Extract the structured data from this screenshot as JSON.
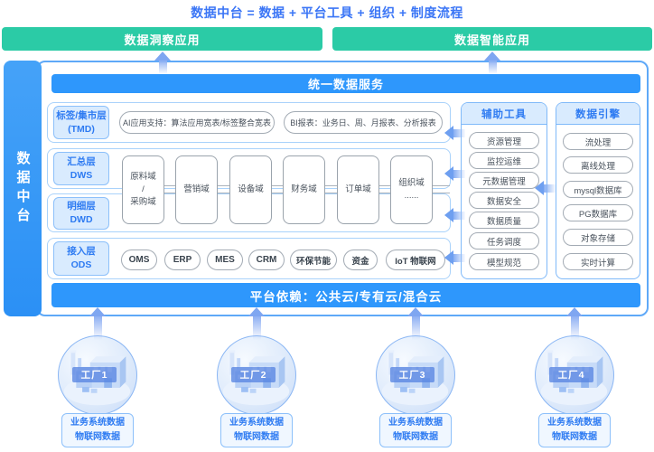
{
  "title": "数据中台 = 数据 + 平台工具 + 组织 + 制度流程",
  "banners": {
    "left": "数据洞察应用",
    "right": "数据智能应用"
  },
  "sidebar": {
    "label": "数据中台"
  },
  "service_bar": "统一数据服务",
  "platform_bar": "平台依赖：公共云/专有云/混合云",
  "layers": {
    "tmd": {
      "line1": "标签/集市层",
      "line2": "(TMD)",
      "pills": [
        "AI应用支持：算法应用宽表/标签整合宽表",
        "BI报表：业务日、周、月报表、分析报表"
      ]
    },
    "dws": {
      "line1": "汇总层",
      "line2": "DWS"
    },
    "dwd": {
      "line1": "明细层",
      "line2": "DWD"
    },
    "ods": {
      "line1": "接入层",
      "line2": "ODS",
      "pills": [
        "OMS",
        "ERP",
        "MES",
        "CRM",
        "环保节能",
        "资金",
        "IoT 物联网"
      ]
    }
  },
  "domains": [
    {
      "lines": [
        "原料域",
        "/",
        "采购域"
      ]
    },
    {
      "lines": [
        "营销域"
      ]
    },
    {
      "lines": [
        "设备域"
      ]
    },
    {
      "lines": [
        "财务域"
      ]
    },
    {
      "lines": [
        "订单域"
      ]
    },
    {
      "lines": [
        "组织域",
        "......"
      ]
    }
  ],
  "aux_tools": {
    "header": "辅助工具",
    "items": [
      "资源管理",
      "监控运维",
      "元数据管理",
      "数据安全",
      "数据质量",
      "任务调度",
      "模型规范"
    ]
  },
  "data_engine": {
    "header": "数据引擎",
    "items": [
      "流处理",
      "离线处理",
      "mysql数据库",
      "PG数据库",
      "对象存储",
      "实时计算"
    ]
  },
  "factories": [
    {
      "name": "工厂1",
      "caption1": "业务系统数据",
      "caption2": "物联网数据"
    },
    {
      "name": "工厂2",
      "caption1": "业务系统数据",
      "caption2": "物联网数据"
    },
    {
      "name": "工厂3",
      "caption1": "业务系统数据",
      "caption2": "物联网数据"
    },
    {
      "name": "工厂4",
      "caption1": "业务系统数据",
      "caption2": "物联网数据"
    }
  ],
  "colors": {
    "primary_blue": "#2E97FC",
    "teal": "#2BCBA6",
    "title_blue": "#3B76F6",
    "label_blue": "#2E7BF2",
    "panel_light_blue": "#D9EBFE",
    "panel_border_blue": "#7FB9F9",
    "pill_border_gray": "#A3ABB4",
    "arrow_blue": "#7FA6F1"
  }
}
